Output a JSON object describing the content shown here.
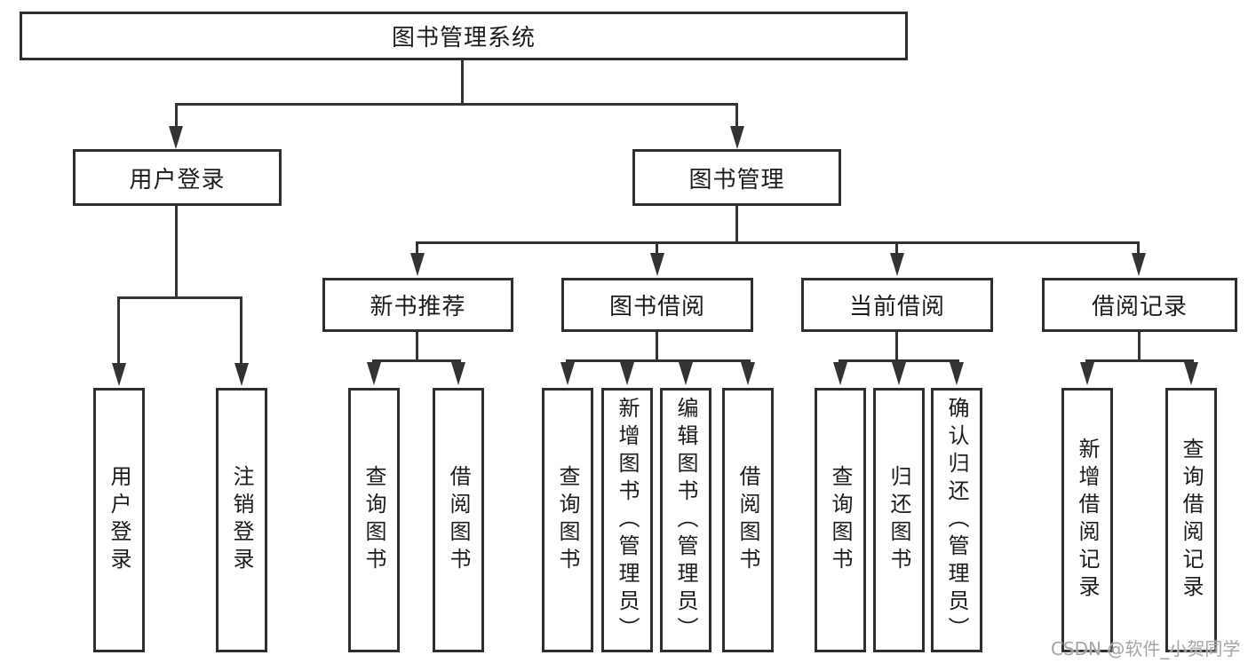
{
  "root": {
    "label": "图书管理系统"
  },
  "level2": [
    {
      "label": "用户登录"
    },
    {
      "label": "图书管理"
    }
  ],
  "level3": [
    {
      "label": "新书推荐"
    },
    {
      "label": "图书借阅"
    },
    {
      "label": "当前借阅"
    },
    {
      "label": "借阅记录"
    }
  ],
  "leaves": [
    {
      "label": "用户登录"
    },
    {
      "label": "注销登录"
    },
    {
      "label": "查询图书"
    },
    {
      "label": "借阅图书"
    },
    {
      "label": "查询图书"
    },
    {
      "label": "新增图书（管理员）"
    },
    {
      "label": "编辑图书（管理员）"
    },
    {
      "label": "借阅图书"
    },
    {
      "label": "查询图书"
    },
    {
      "label": "归还图书"
    },
    {
      "label": "确认归还（管理员）"
    },
    {
      "label": "新增借阅记录"
    },
    {
      "label": "查询借阅记录"
    }
  ],
  "colors": {
    "line": "#333333",
    "border": "#2e2e2e",
    "text": "#1c1c1c",
    "watermark": "#a5a5a5"
  },
  "watermark": "CSDN @软件_小贺同学"
}
